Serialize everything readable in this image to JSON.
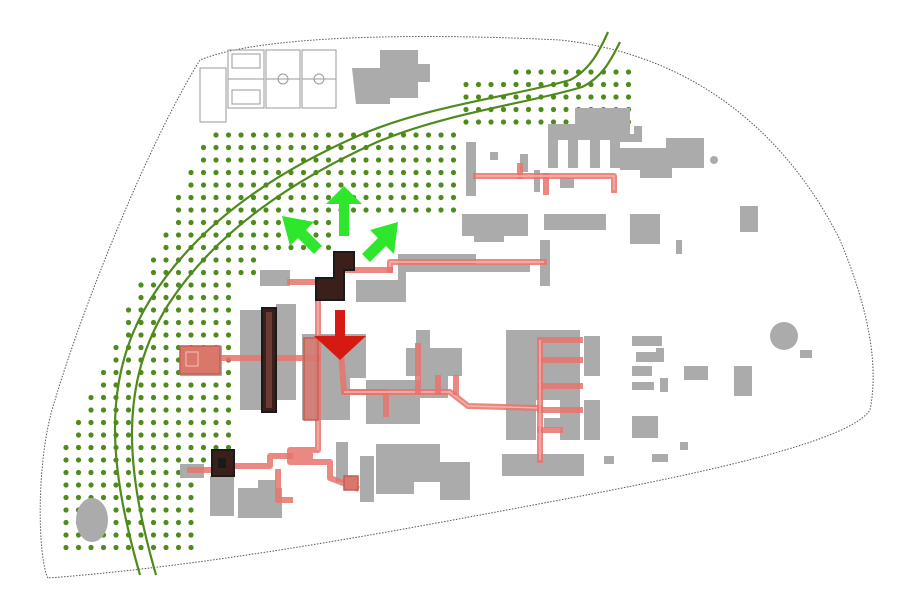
{
  "map": {
    "colors": {
      "background": "#ffffff",
      "building": "#ababab",
      "tree_dot": "#4e8a1c",
      "river": "#4e8a1c",
      "network": "#e8736c",
      "dark_block": "#3a1f1a",
      "arrow_green": "#2ee62b",
      "arrow_red": "#d61a12",
      "boundary": "#555555"
    },
    "legend": [],
    "arrows": [
      {
        "name": "north-arrow",
        "color": "green",
        "direction": "up"
      },
      {
        "name": "northwest-arrow",
        "color": "green",
        "direction": "up-left"
      },
      {
        "name": "northeast-arrow",
        "color": "green",
        "direction": "up-right"
      },
      {
        "name": "south-arrow",
        "color": "red",
        "direction": "down"
      }
    ]
  }
}
